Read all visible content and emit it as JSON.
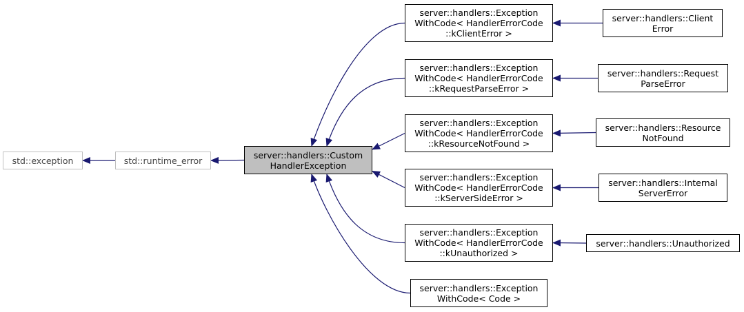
{
  "edge_color": "#191970",
  "nodes": {
    "std_exception": {
      "lines": [
        "std::exception"
      ],
      "style": "external"
    },
    "runtime_error": {
      "lines": [
        "std::runtime_error"
      ],
      "style": "external"
    },
    "custom": {
      "lines": [
        "server::handlers::Custom",
        "HandlerException"
      ],
      "style": "focus"
    },
    "ewc_client": {
      "lines": [
        "server::handlers::Exception",
        "WithCode< HandlerErrorCode",
        "::kClientError >"
      ],
      "style": "normal"
    },
    "ewc_request": {
      "lines": [
        "server::handlers::Exception",
        "WithCode< HandlerErrorCode",
        "::kRequestParseError >"
      ],
      "style": "normal"
    },
    "ewc_resource": {
      "lines": [
        "server::handlers::Exception",
        "WithCode< HandlerErrorCode",
        "::kResourceNotFound >"
      ],
      "style": "normal"
    },
    "ewc_server": {
      "lines": [
        "server::handlers::Exception",
        "WithCode< HandlerErrorCode",
        "::kServerSideError >"
      ],
      "style": "normal"
    },
    "ewc_unauth": {
      "lines": [
        "server::handlers::Exception",
        "WithCode< HandlerErrorCode",
        "::kUnauthorized >"
      ],
      "style": "normal"
    },
    "ewc_code": {
      "lines": [
        "server::handlers::Exception",
        "WithCode< Code >"
      ],
      "style": "normal"
    },
    "client_error": {
      "lines": [
        "server::handlers::Client",
        "Error"
      ],
      "style": "normal"
    },
    "request_parse_error": {
      "lines": [
        "server::handlers::Request",
        "ParseError"
      ],
      "style": "normal"
    },
    "resource_not_found": {
      "lines": [
        "server::handlers::Resource",
        "NotFound"
      ],
      "style": "normal"
    },
    "internal_server_error": {
      "lines": [
        "server::handlers::Internal",
        "ServerError"
      ],
      "style": "normal"
    },
    "unauthorized": {
      "lines": [
        "server::handlers::Unauthorized"
      ],
      "style": "normal"
    }
  },
  "edges": [
    {
      "child": "runtime_error",
      "parent": "std_exception"
    },
    {
      "child": "custom",
      "parent": "runtime_error"
    },
    {
      "child": "ewc_client",
      "parent": "custom"
    },
    {
      "child": "ewc_request",
      "parent": "custom"
    },
    {
      "child": "ewc_resource",
      "parent": "custom"
    },
    {
      "child": "ewc_server",
      "parent": "custom"
    },
    {
      "child": "ewc_unauth",
      "parent": "custom"
    },
    {
      "child": "ewc_code",
      "parent": "custom"
    },
    {
      "child": "client_error",
      "parent": "ewc_client"
    },
    {
      "child": "request_parse_error",
      "parent": "ewc_request"
    },
    {
      "child": "resource_not_found",
      "parent": "ewc_resource"
    },
    {
      "child": "internal_server_error",
      "parent": "ewc_server"
    },
    {
      "child": "unauthorized",
      "parent": "ewc_unauth"
    }
  ]
}
